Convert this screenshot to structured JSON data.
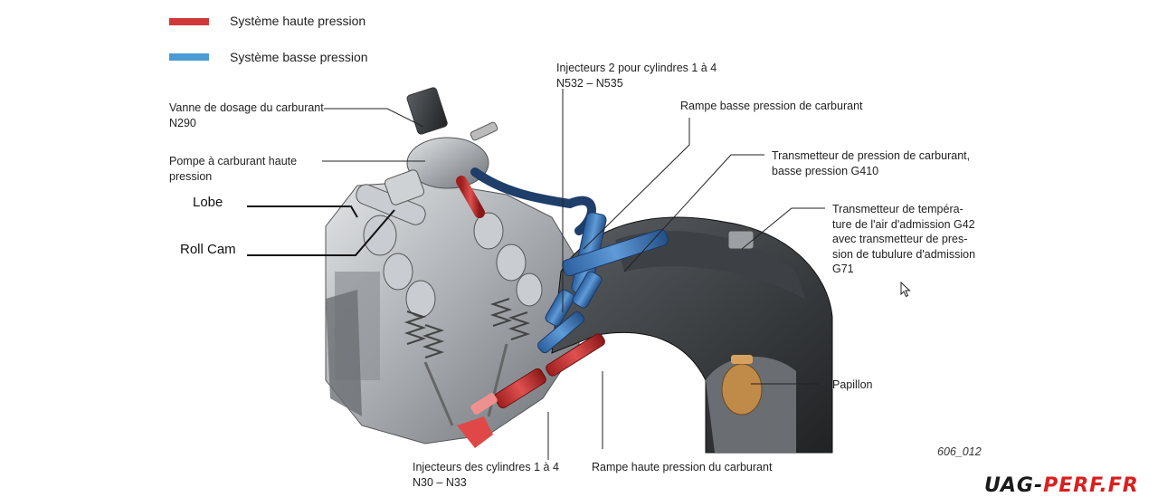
{
  "legend": {
    "high": {
      "label": "Système haute pression",
      "color": "#d0393a"
    },
    "low": {
      "label": "Système basse pression",
      "color": "#4a9bd4"
    }
  },
  "labels": {
    "vanne": [
      "Vanne de dosage du carburant",
      "N290"
    ],
    "pompe": [
      "Pompe à carburant haute",
      "pression"
    ],
    "lobe": "Lobe",
    "rollcam": "Roll Cam",
    "inj2": [
      "Injecteurs 2 pour cylindres 1 à 4",
      "N532 – N535"
    ],
    "rampe_bp": "Rampe basse pression de carburant",
    "trans_bp": [
      "Transmetteur de pression de carburant,",
      "basse pression G410"
    ],
    "trans_temp": [
      "Transmetteur de tempéra-",
      "ture de l'air d'admission G42",
      "avec transmetteur de pres-",
      "sion de tubulure d'admission",
      "G71"
    ],
    "papillon": "Papillon",
    "inj": [
      "Injecteurs des cylindres 1 à 4",
      "N30 – N33"
    ],
    "rampe_hp": "Rampe haute pression du carburant"
  },
  "figure_id": "606_012",
  "watermark": {
    "part1": "UAG-",
    "part2": "PERF.FR"
  },
  "icons": {
    "cursor": "mouse-pointer-icon"
  }
}
